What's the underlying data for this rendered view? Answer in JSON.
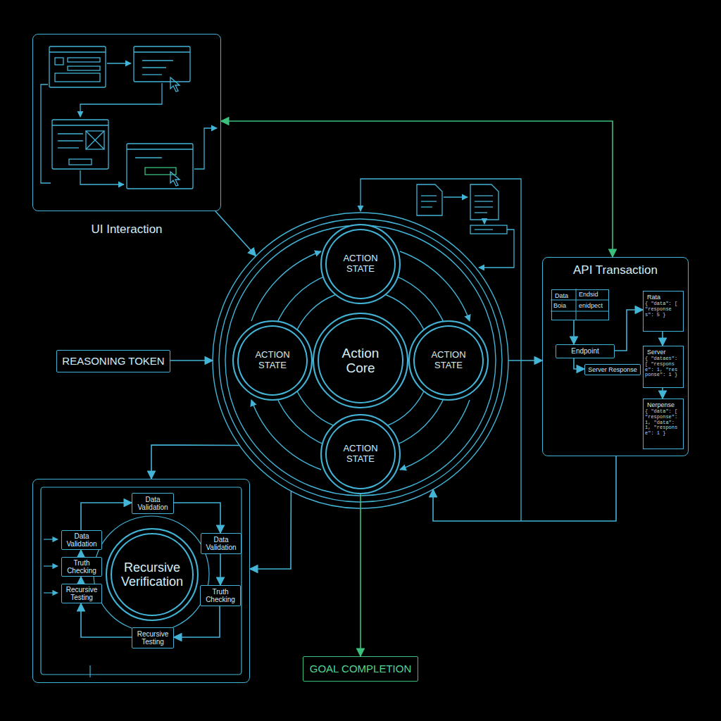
{
  "diagram": {
    "nodes": [
      {
        "text": [
          "UI Interaction"
        ]
      },
      {
        "text": []
      },
      {
        "text": [
          "ACTION STATE"
        ],
        "in": 1
      },
      {
        "text": [
          "ACTION STATE"
        ],
        "in": 1
      },
      {
        "text": [
          "Action Core"
        ],
        "in": 1
      },
      {
        "text": [
          "ACTION STATE"
        ],
        "in": 1
      },
      {
        "text": [
          "ACTION STATE"
        ],
        "in": 1
      },
      {
        "text": [
          "REASONING TOKEN"
        ]
      },
      {
        "text": [
          "API Transaction"
        ]
      },
      {
        "text": [
          "Data"
        ],
        "in": 8
      },
      {
        "text": [
          "Rata"
        ],
        "in": 8
      },
      {
        "text": [
          "Endpoint"
        ],
        "in": 8
      },
      {
        "text": [
          "Server"
        ],
        "in": 8
      },
      {
        "text": [
          "Server Response"
        ],
        "in": 8
      },
      {
        "text": [
          "Nerpense"
        ],
        "in": 8
      },
      {
        "text": []
      },
      {
        "text": [
          "Recursive Verification"
        ],
        "in": 15
      },
      {
        "text": [
          "Data Validation"
        ],
        "in": 15
      },
      {
        "text": [
          "Data Validation"
        ],
        "in": 15
      },
      {
        "text": [
          "Data Validation"
        ],
        "in": 15
      },
      {
        "text": [
          "Truth Checking"
        ],
        "in": 15
      },
      {
        "text": [
          "Truth Checking"
        ],
        "in": 15
      },
      {
        "text": [
          "Recursive Testing"
        ],
        "in": 15
      },
      {
        "text": [
          "Recursive Testing"
        ],
        "in": 15
      },
      {
        "text": [
          "GOAL COMPLETION"
        ]
      }
    ],
    "edges": [
      {
        "from": 0,
        "to": 1,
        "arrow": "to"
      },
      {
        "from": 7,
        "to": 1,
        "arrow": "to"
      },
      {
        "from": 1,
        "to": 8,
        "arrow": "to"
      },
      {
        "from": 8,
        "to": 0,
        "arrow": "both"
      },
      {
        "from": 1,
        "to": 15,
        "arrow": "to"
      },
      {
        "from": 1,
        "to": 15,
        "arrow": "to"
      },
      {
        "from": 6,
        "to": 24,
        "arrow": "to"
      },
      {
        "from": 8,
        "to": 1,
        "arrow": "to"
      },
      {
        "from": 9,
        "to": 11,
        "arrow": "to"
      },
      {
        "from": 11,
        "to": 10,
        "arrow": "to"
      },
      {
        "from": 11,
        "to": 13,
        "arrow": "to"
      },
      {
        "from": 10,
        "to": 12,
        "arrow": "to"
      },
      {
        "from": 12,
        "to": 14,
        "arrow": "to"
      },
      {
        "from": 17,
        "to": 19,
        "arrow": "to"
      },
      {
        "from": 19,
        "to": 21,
        "arrow": "to"
      },
      {
        "from": 21,
        "to": 23,
        "arrow": "to"
      },
      {
        "from": 23,
        "to": 22,
        "arrow": "to"
      },
      {
        "from": 22,
        "to": 20,
        "arrow": "to"
      },
      {
        "from": 20,
        "to": 18,
        "arrow": "to"
      },
      {
        "from": 18,
        "to": 17,
        "arrow": "to"
      }
    ],
    "labels": [
      "Endsid",
      "Boia",
      "enidpect",
      "{ \"data\": [ \"responses\": 5 }",
      "{ \"dataes\": [ \"response\": 1, \"response\": 1 }",
      "{ \"data\": [ \"response\": 1, \"data\": 1, \"response\": 1 }"
    ]
  }
}
